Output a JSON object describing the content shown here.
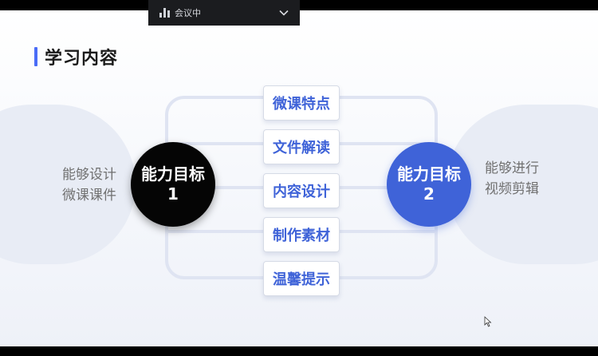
{
  "meeting_bar": {
    "status_label": "会议中"
  },
  "slide": {
    "title": "学习内容",
    "goal_left": {
      "line1": "能力目标",
      "line2": "1",
      "description": [
        "能够设计",
        "微课课件"
      ]
    },
    "goal_right": {
      "line1": "能力目标",
      "line2": "2",
      "description": [
        "能够进行",
        "视频剪辑"
      ]
    },
    "topics": [
      {
        "label": "微课特点"
      },
      {
        "label": "文件解读"
      },
      {
        "label": "内容设计"
      },
      {
        "label": "制作素材"
      },
      {
        "label": "温馨提示"
      }
    ]
  },
  "colors": {
    "accent_blue": "#3f63d8",
    "title_accent": "#4a6cf7",
    "goal_left_bg": "#050505",
    "line_color": "#dfe4f2"
  },
  "icons": {
    "meeting": "signal-bars-icon",
    "dropdown": "chevron-down-icon",
    "cursor": "mouse-pointer-icon"
  }
}
